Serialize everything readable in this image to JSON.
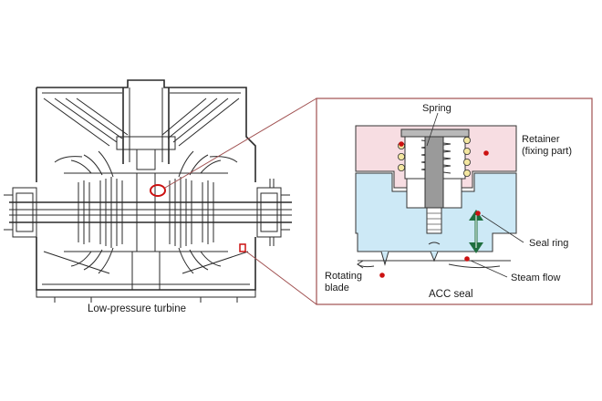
{
  "diagram": {
    "turbine_caption": "Low-pressure turbine",
    "seal_caption": "ACC seal",
    "labels": {
      "spring": "Spring",
      "retainer_line1": "Retainer",
      "retainer_line2": "(fixing part)",
      "seal_ring": "Seal ring",
      "steam_flow": "Steam flow",
      "rotating_blade_line1": "Rotating",
      "rotating_blade_line2": "blade"
    },
    "colors": {
      "retainer_fill": "#f7dde2",
      "seal_ring_fill": "#cde9f6",
      "marker_red": "#cc1111",
      "callout_line": "#a05050",
      "arrow_green": "#1f6f3f"
    }
  }
}
